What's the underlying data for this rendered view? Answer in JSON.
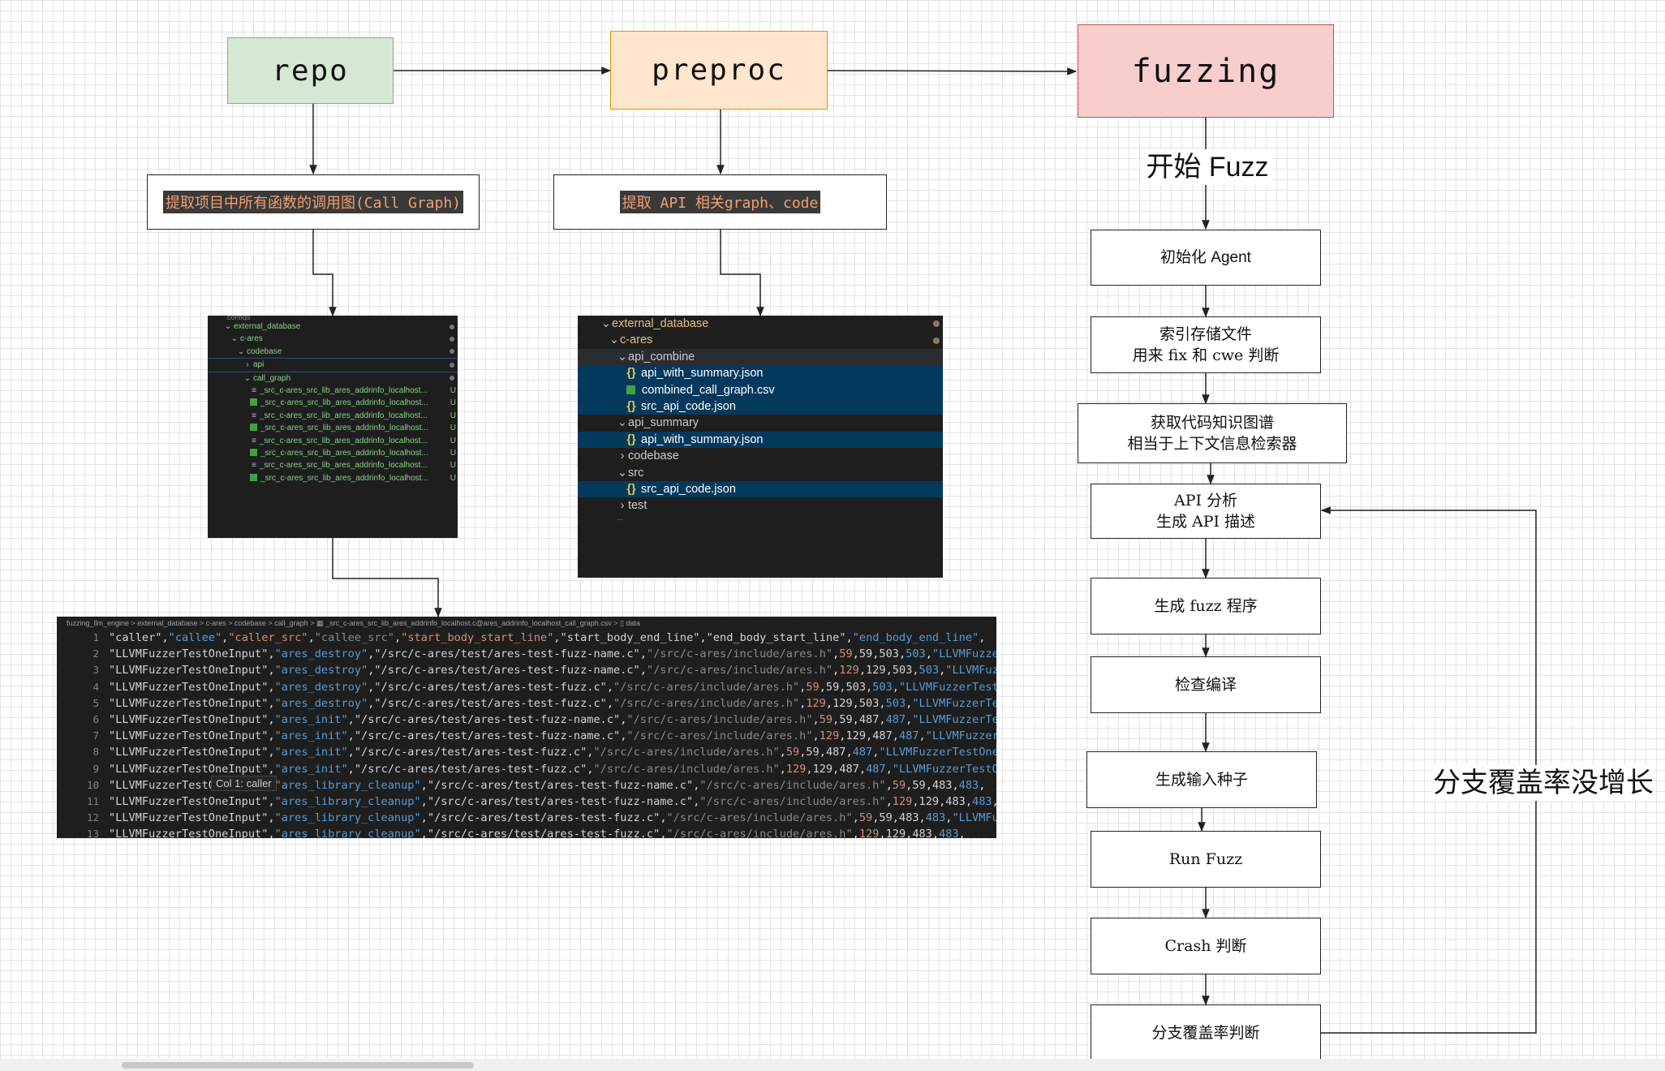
{
  "stages": {
    "repo": "repo",
    "preproc": "preproc",
    "fuzzing": "fuzzing"
  },
  "labels": {
    "repo": "提取项目中所有函数的调用图(Call Graph)",
    "preproc": "提取 API 相关graph、code"
  },
  "start_label": "开始 Fuzz",
  "loop_label": "分支覆盖率没增长",
  "steps": [
    {
      "line1": "初始化 Agent"
    },
    {
      "line1": "索引存储文件",
      "line2": "用来 fix 和 cwe 判断"
    },
    {
      "line1": "获取代码知识图谱",
      "line2": "相当于上下文信息检索器"
    },
    {
      "line1": "API 分析",
      "line2": "生成 API 描述"
    },
    {
      "line1": "生成 fuzz 程序"
    },
    {
      "line1": "检查编译"
    },
    {
      "line1": "生成输入种子"
    },
    {
      "line1": "Run Fuzz"
    },
    {
      "line1": "Crash 判断"
    },
    {
      "line1": "分支覆盖率判断"
    }
  ],
  "tree_small": {
    "top_cut": "configs",
    "rows": [
      "external_database",
      "c-ares",
      "codebase",
      "api",
      "call_graph"
    ],
    "file_name": "_src_c-ares_src_lib_ares_addrinfo_localhost...",
    "file_status": "U"
  },
  "tree_large": {
    "rows": [
      "external_database",
      "c-ares",
      "api_combine",
      "api_with_summary.json",
      "combined_call_graph.csv",
      "src_api_code.json",
      "api_summary",
      "api_with_summary.json",
      "codebase",
      "src",
      "src_api_code.json",
      "test",
      "..."
    ]
  },
  "code": {
    "breadcrumb": "fuzzing_llm_engine > external_database > c-ares > codebase > call_graph > ▦ _src_c-ares_src_lib_ares_addrinfo_localhost.c@ares_addrinfo_localhost_call_graph.csv > ▯ data",
    "tooltip": "Col 1: caller",
    "lines": [
      {
        "n": "1",
        "parts": [
          [
            "\"caller\"",
            "k"
          ],
          [
            ",",
            "d"
          ],
          [
            "\"callee\"",
            "b"
          ],
          [
            ",",
            "d"
          ],
          [
            "\"caller_src\"",
            "s"
          ],
          [
            ",",
            "d"
          ],
          [
            "\"callee_src\"",
            "g"
          ],
          [
            ",",
            "d"
          ],
          [
            "\"start_body_start_line\"",
            "s"
          ],
          [
            ",",
            "d"
          ],
          [
            "\"start_body_end_line\"",
            "k"
          ],
          [
            ",",
            "d"
          ],
          [
            "\"end_body_start_line\"",
            "k"
          ],
          [
            ",",
            "d"
          ],
          [
            "\"end_body_end_line\"",
            "b"
          ],
          [
            ",",
            "d"
          ]
        ]
      },
      {
        "n": "2",
        "parts": [
          [
            "\"LLVMFuzzerTestOneInput\"",
            "k"
          ],
          [
            ",",
            "d"
          ],
          [
            "\"ares_destroy\"",
            "b"
          ],
          [
            ",",
            "d"
          ],
          [
            "\"/src/c-ares/test/ares-test-fuzz-name.c\"",
            "k"
          ],
          [
            ",",
            "d"
          ],
          [
            "\"/src/c-ares/include/ares.h\"",
            "g"
          ],
          [
            ",",
            "d"
          ],
          [
            "59",
            "s"
          ],
          [
            ",",
            "d"
          ],
          [
            "59",
            "k"
          ],
          [
            ",",
            "d"
          ],
          [
            "503",
            "k"
          ],
          [
            ",",
            "d"
          ],
          [
            "503",
            "b"
          ],
          [
            ",",
            "d"
          ],
          [
            "\"LLVMFuzzerTestOneInput\"",
            "b"
          ]
        ]
      },
      {
        "n": "3",
        "parts": [
          [
            "\"LLVMFuzzerTestOneInput\"",
            "k"
          ],
          [
            ",",
            "d"
          ],
          [
            "\"ares_destroy\"",
            "b"
          ],
          [
            ",",
            "d"
          ],
          [
            "\"/src/c-ares/test/ares-test-fuzz-name.c\"",
            "k"
          ],
          [
            ",",
            "d"
          ],
          [
            "\"/src/c-ares/include/ares.h\"",
            "g"
          ],
          [
            ",",
            "d"
          ],
          [
            "129",
            "s"
          ],
          [
            ",",
            "d"
          ],
          [
            "129",
            "k"
          ],
          [
            ",",
            "d"
          ],
          [
            "503",
            "k"
          ],
          [
            ",",
            "d"
          ],
          [
            "503",
            "b"
          ],
          [
            ",",
            "d"
          ],
          [
            "\"LLVMFuzzerTestOneInput\"",
            "b"
          ]
        ]
      },
      {
        "n": "4",
        "parts": [
          [
            "\"LLVMFuzzerTestOneInput\"",
            "k"
          ],
          [
            ",",
            "d"
          ],
          [
            "\"ares_destroy\"",
            "b"
          ],
          [
            ",",
            "d"
          ],
          [
            "\"/src/c-ares/test/ares-test-fuzz.c\"",
            "k"
          ],
          [
            ",",
            "d"
          ],
          [
            "\"/src/c-ares/include/ares.h\"",
            "g"
          ],
          [
            ",",
            "d"
          ],
          [
            "59",
            "s"
          ],
          [
            ",",
            "d"
          ],
          [
            "59",
            "k"
          ],
          [
            ",",
            "d"
          ],
          [
            "503",
            "k"
          ],
          [
            ",",
            "d"
          ],
          [
            "503",
            "b"
          ],
          [
            ",",
            "d"
          ],
          [
            "\"LLVMFuzzerTestOneInput\"",
            "b"
          ]
        ]
      },
      {
        "n": "5",
        "parts": [
          [
            "\"LLVMFuzzerTestOneInput\"",
            "k"
          ],
          [
            ",",
            "d"
          ],
          [
            "\"ares_destroy\"",
            "b"
          ],
          [
            ",",
            "d"
          ],
          [
            "\"/src/c-ares/test/ares-test-fuzz.c\"",
            "k"
          ],
          [
            ",",
            "d"
          ],
          [
            "\"/src/c-ares/include/ares.h\"",
            "g"
          ],
          [
            ",",
            "d"
          ],
          [
            "129",
            "s"
          ],
          [
            ",",
            "d"
          ],
          [
            "129",
            "k"
          ],
          [
            ",",
            "d"
          ],
          [
            "503",
            "k"
          ],
          [
            ",",
            "d"
          ],
          [
            "503",
            "b"
          ],
          [
            ",",
            "d"
          ],
          [
            "\"LLVMFuzzerTestOneInput\"",
            "b"
          ]
        ]
      },
      {
        "n": "6",
        "parts": [
          [
            "\"LLVMFuzzerTestOneInput\"",
            "k"
          ],
          [
            ",",
            "d"
          ],
          [
            "\"ares_init\"",
            "b"
          ],
          [
            ",",
            "d"
          ],
          [
            "\"/src/c-ares/test/ares-test-fuzz-name.c\"",
            "k"
          ],
          [
            ",",
            "d"
          ],
          [
            "\"/src/c-ares/include/ares.h\"",
            "g"
          ],
          [
            ",",
            "d"
          ],
          [
            "59",
            "s"
          ],
          [
            ",",
            "d"
          ],
          [
            "59",
            "k"
          ],
          [
            ",",
            "d"
          ],
          [
            "487",
            "k"
          ],
          [
            ",",
            "d"
          ],
          [
            "487",
            "b"
          ],
          [
            ",",
            "d"
          ],
          [
            "\"LLVMFuzzerTestOneInput\"",
            "b"
          ]
        ]
      },
      {
        "n": "7",
        "parts": [
          [
            "\"LLVMFuzzerTestOneInput\"",
            "k"
          ],
          [
            ",",
            "d"
          ],
          [
            "\"ares_init\"",
            "b"
          ],
          [
            ",",
            "d"
          ],
          [
            "\"/src/c-ares/test/ares-test-fuzz-name.c\"",
            "k"
          ],
          [
            ",",
            "d"
          ],
          [
            "\"/src/c-ares/include/ares.h\"",
            "g"
          ],
          [
            ",",
            "d"
          ],
          [
            "129",
            "s"
          ],
          [
            ",",
            "d"
          ],
          [
            "129",
            "k"
          ],
          [
            ",",
            "d"
          ],
          [
            "487",
            "k"
          ],
          [
            ",",
            "d"
          ],
          [
            "487",
            "b"
          ],
          [
            ",",
            "d"
          ],
          [
            "\"LLVMFuzzerTestOneInput\"",
            "b"
          ]
        ]
      },
      {
        "n": "8",
        "parts": [
          [
            "\"LLVMFuzzerTestOneInput\"",
            "k"
          ],
          [
            ",",
            "d"
          ],
          [
            "\"ares_init\"",
            "b"
          ],
          [
            ",",
            "d"
          ],
          [
            "\"/src/c-ares/test/ares-test-fuzz.c\"",
            "k"
          ],
          [
            ",",
            "d"
          ],
          [
            "\"/src/c-ares/include/ares.h\"",
            "g"
          ],
          [
            ",",
            "d"
          ],
          [
            "59",
            "s"
          ],
          [
            ",",
            "d"
          ],
          [
            "59",
            "k"
          ],
          [
            ",",
            "d"
          ],
          [
            "487",
            "k"
          ],
          [
            ",",
            "d"
          ],
          [
            "487",
            "b"
          ],
          [
            ",",
            "d"
          ],
          [
            "\"LLVMFuzzerTestOneInput\"",
            "b"
          ]
        ]
      },
      {
        "n": "9",
        "parts": [
          [
            "\"LLVMFuzzerTestOneInput\"",
            "k"
          ],
          [
            ",",
            "d"
          ],
          [
            "\"ares_init\"",
            "b"
          ],
          [
            ",",
            "d"
          ],
          [
            "\"/src/c-ares/test/ares-test-fuzz.c\"",
            "k"
          ],
          [
            ",",
            "d"
          ],
          [
            "\"/src/c-ares/include/ares.h\"",
            "g"
          ],
          [
            ",",
            "d"
          ],
          [
            "129",
            "s"
          ],
          [
            ",",
            "d"
          ],
          [
            "129",
            "k"
          ],
          [
            ",",
            "d"
          ],
          [
            "487",
            "k"
          ],
          [
            ",",
            "d"
          ],
          [
            "487",
            "b"
          ],
          [
            ",",
            "d"
          ],
          [
            "\"LLVMFuzzerTestOneInput\"",
            "b"
          ]
        ]
      },
      {
        "n": "10",
        "parts": [
          [
            "\"LLVMFuzzerTestOneInput\"",
            "k"
          ],
          [
            ",",
            "d"
          ],
          [
            "\"ares_library_cleanup\"",
            "b"
          ],
          [
            ",",
            "d"
          ],
          [
            "\"/src/c-ares/test/ares-test-fuzz-name.c\"",
            "k"
          ],
          [
            ",",
            "d"
          ],
          [
            "\"/src/c-ares/include/ares.h\"",
            "g"
          ],
          [
            ",",
            "d"
          ],
          [
            "59",
            "s"
          ],
          [
            ",",
            "d"
          ],
          [
            "59",
            "k"
          ],
          [
            ",",
            "d"
          ],
          [
            "483",
            "k"
          ],
          [
            ",",
            "d"
          ],
          [
            "483",
            "b"
          ],
          [
            ",",
            "d"
          ]
        ]
      },
      {
        "n": "11",
        "parts": [
          [
            "\"LLVMFuzzerTestOneInput\"",
            "k"
          ],
          [
            ",",
            "d"
          ],
          [
            "\"ares_library_cleanup\"",
            "b"
          ],
          [
            ",",
            "d"
          ],
          [
            "\"/src/c-ares/test/ares-test-fuzz-name.c\"",
            "k"
          ],
          [
            ",",
            "d"
          ],
          [
            "\"/src/c-ares/include/ares.h\"",
            "g"
          ],
          [
            ",",
            "d"
          ],
          [
            "129",
            "s"
          ],
          [
            ",",
            "d"
          ],
          [
            "129",
            "k"
          ],
          [
            ",",
            "d"
          ],
          [
            "483",
            "k"
          ],
          [
            ",",
            "d"
          ],
          [
            "483",
            "b"
          ],
          [
            ",",
            "d"
          ]
        ]
      },
      {
        "n": "12",
        "parts": [
          [
            "\"LLVMFuzzerTestOneInput\"",
            "k"
          ],
          [
            ",",
            "d"
          ],
          [
            "\"ares_library_cleanup\"",
            "b"
          ],
          [
            ",",
            "d"
          ],
          [
            "\"/src/c-ares/test/ares-test-fuzz.c\"",
            "k"
          ],
          [
            ",",
            "d"
          ],
          [
            "\"/src/c-ares/include/ares.h\"",
            "g"
          ],
          [
            ",",
            "d"
          ],
          [
            "59",
            "s"
          ],
          [
            ",",
            "d"
          ],
          [
            "59",
            "k"
          ],
          [
            ",",
            "d"
          ],
          [
            "483",
            "k"
          ],
          [
            ",",
            "d"
          ],
          [
            "483",
            "b"
          ],
          [
            ",",
            "d"
          ],
          [
            "\"LLVMFuzzerTestOneInput\"",
            "b"
          ]
        ]
      },
      {
        "n": "13",
        "parts": [
          [
            "\"LLVMFuzzerTestOneInput\"",
            "k"
          ],
          [
            ",",
            "d"
          ],
          [
            "\"ares_library_cleanup\"",
            "b"
          ],
          [
            ",",
            "d"
          ],
          [
            "\"/src/c-ares/test/ares-test-fuzz.c\"",
            "k"
          ],
          [
            ",",
            "d"
          ],
          [
            "\"/src/c-ares/include/ares.h\"",
            "g"
          ],
          [
            ",",
            "d"
          ],
          [
            "129",
            "s"
          ],
          [
            ",",
            "d"
          ],
          [
            "129",
            "k"
          ],
          [
            ",",
            "d"
          ],
          [
            "483",
            "k"
          ],
          [
            ",",
            "d"
          ],
          [
            "483",
            "b"
          ],
          [
            ",",
            "d"
          ]
        ]
      }
    ]
  },
  "colors": {
    "repo_fill": "#d5e8d4",
    "repo_border": "#82b366",
    "preproc_fill": "#ffe6cc",
    "preproc_border": "#d79b00",
    "fuzzing_fill": "#f8cecc",
    "fuzzing_border": "#b85450"
  }
}
